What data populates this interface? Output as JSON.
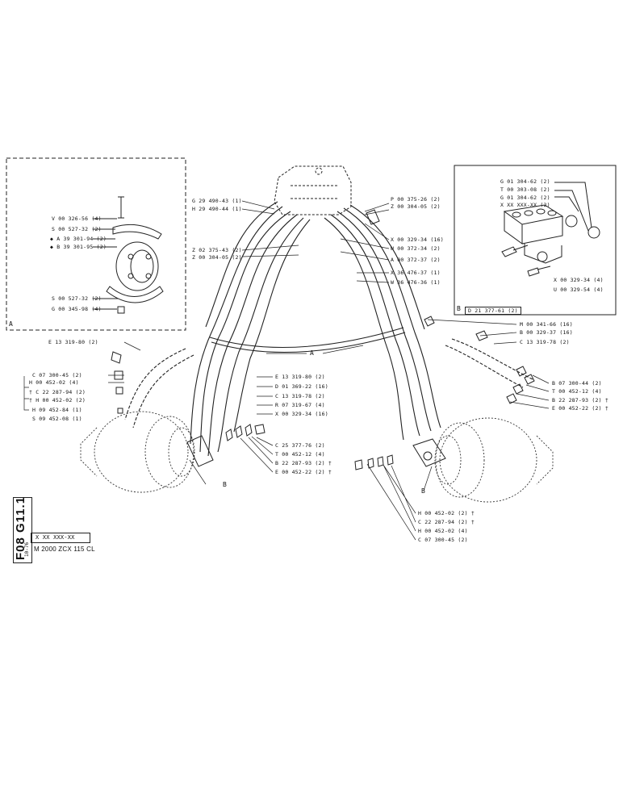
{
  "panel_a": {
    "label": "A",
    "parts": [
      "V 00 326-56 (4)",
      "S 00 527-32 (2)",
      "◆ A 39 301-94 (2)",
      "◆ B 39 301-95 (2)",
      "S 00 527-32 (2)",
      "G 00 345-98 (4)"
    ]
  },
  "panel_b": {
    "label": "B",
    "ref": "D 21 377-61 (2)",
    "parts": [
      "G 01 304-62 (2)",
      "T 00 303-08 (2)",
      "G 01 304-62 (2)",
      "X XX XXX-XX (2)",
      "X 00 329-34 (4)",
      "U 00 329-54 (4)"
    ]
  },
  "center_top": [
    "G 29 490-43 (1)",
    "H 29 490-44 (1)",
    "Z 02 375-43 (2)",
    "Z 00 304-05 (2)"
  ],
  "right_top": [
    "P 00 375-26 (2)",
    "Z 00 304-05 (2)",
    "X 00 329-34 (16)",
    "W 00 372-34 (2)",
    "A 00 372-37 (2)",
    "X 36 476-37 (1)",
    "W 36 476-36 (1)"
  ],
  "right_mid": [
    "M 00 341-66 (16)",
    "B 00 329-37 (16)",
    "C 13 319-78 (2)"
  ],
  "right_side": [
    "B 07 300-44 (2)",
    "T 00 452-12 (4)",
    "B 22 287-93 (2) †",
    "E 00 452-22 (2) †"
  ],
  "left_side": [
    "E 13 319-80 (2)",
    "C 07 300-45 (2)",
    "H 00 452-02 (4)",
    "† C 22 287-94 (2)",
    "† H 00 452-02 (2)",
    "H 09 452-84 (1)",
    "S 09 452-08 (1)"
  ],
  "center_mid": [
    "E 13 319-80 (2)",
    "D 01 369-22 (16)",
    "C 13 319-78 (2)",
    "R 07 319-67 (4)",
    "X 00 329-34 (16)"
  ],
  "center_low": [
    "C 25 377-76 (2)",
    "T 00 452-12 (4)",
    "B 22 287-93 (2) †",
    "E 00 452-22 (2) †"
  ],
  "bottom_right": [
    "H 00 452-02 (2) †",
    "C 22 287-94 (2) †",
    "H 00 452-02 (4)",
    "C 07 300-45 (2)"
  ],
  "callouts": {
    "a_mid": "A",
    "b_left": "B",
    "b_right": "B"
  },
  "title_block": {
    "code": "F08 G11.1",
    "date": "10-76",
    "ref": "X XX XXX-XX",
    "model": "M 2000  ZCX  115 CL"
  }
}
